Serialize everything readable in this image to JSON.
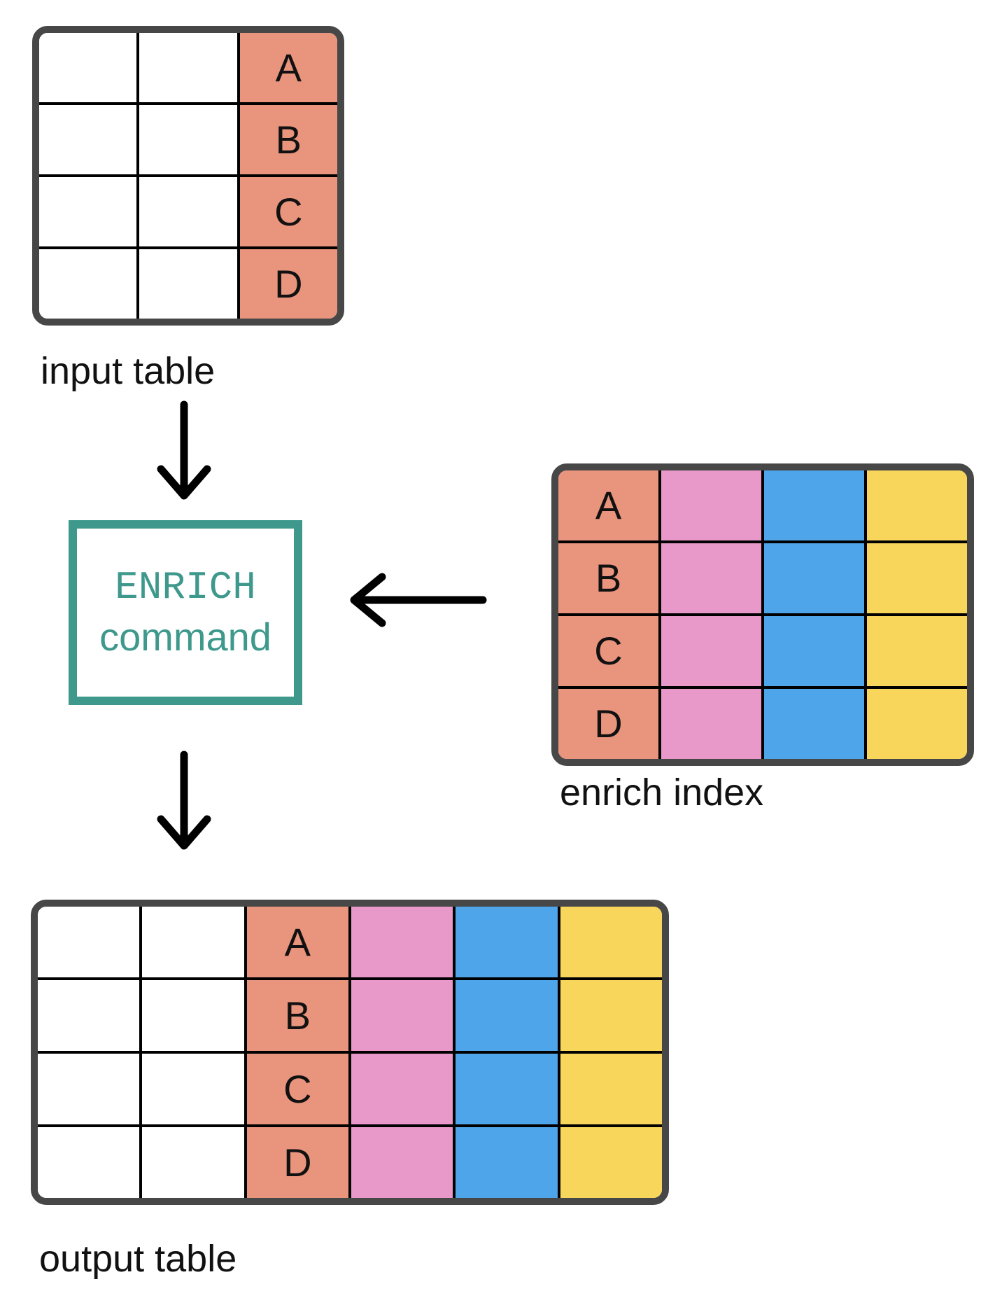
{
  "colors": {
    "white": "#FFFFFF",
    "salmon": "#E9947D",
    "pink": "#E998CA",
    "blue": "#4FA5EA",
    "yellow": "#F8D65C",
    "teal": "#3E998C",
    "table_border": "#474747",
    "gridline": "#000000",
    "arrow": "#000000",
    "text": "#111111"
  },
  "input_table": {
    "label": "input table",
    "rows": 4,
    "columns": [
      {
        "color": "white",
        "cells": [
          "",
          "",
          "",
          ""
        ]
      },
      {
        "color": "white",
        "cells": [
          "",
          "",
          "",
          ""
        ]
      },
      {
        "color": "salmon",
        "cells": [
          "A",
          "B",
          "C",
          "D"
        ]
      }
    ]
  },
  "enrich_box": {
    "line1": "ENRICH",
    "line2": "command"
  },
  "enrich_index": {
    "label": "enrich index",
    "rows": 4,
    "columns": [
      {
        "color": "salmon",
        "cells": [
          "A",
          "B",
          "C",
          "D"
        ]
      },
      {
        "color": "pink",
        "cells": [
          "",
          "",
          "",
          ""
        ]
      },
      {
        "color": "blue",
        "cells": [
          "",
          "",
          "",
          ""
        ]
      },
      {
        "color": "yellow",
        "cells": [
          "",
          "",
          "",
          ""
        ]
      }
    ]
  },
  "output_table": {
    "label": "output table",
    "rows": 4,
    "columns": [
      {
        "color": "white",
        "cells": [
          "",
          "",
          "",
          ""
        ]
      },
      {
        "color": "white",
        "cells": [
          "",
          "",
          "",
          ""
        ]
      },
      {
        "color": "salmon",
        "cells": [
          "A",
          "B",
          "C",
          "D"
        ]
      },
      {
        "color": "pink",
        "cells": [
          "",
          "",
          "",
          ""
        ]
      },
      {
        "color": "blue",
        "cells": [
          "",
          "",
          "",
          ""
        ]
      },
      {
        "color": "yellow",
        "cells": [
          "",
          "",
          "",
          ""
        ]
      }
    ]
  }
}
